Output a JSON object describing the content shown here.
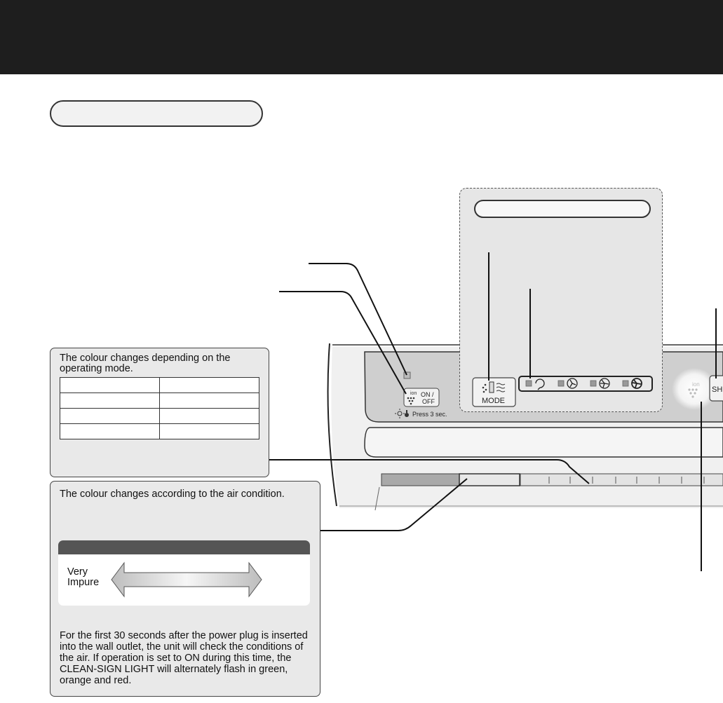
{
  "page": {
    "title_pill": "",
    "display_panel_title": ""
  },
  "control_panel": {
    "ion_on_off": {
      "ion": "ion",
      "line1": "ON /",
      "line2": "OFF"
    },
    "press_hint": "Press 3 sec.",
    "mode_label": "MODE",
    "shortcut_label": "SH"
  },
  "mode_callout": {
    "note": "The colour changes depending on the operating mode.",
    "rows": [
      [
        "",
        ""
      ],
      [
        "",
        ""
      ],
      [
        "",
        ""
      ],
      [
        "",
        ""
      ]
    ]
  },
  "air_callout": {
    "note": "The colour changes according to the air condition.",
    "scale_header": "",
    "scale_left_label": "Very Impure",
    "startup_note": "For the first 30 seconds after the power plug is inserted into the wall outlet, the unit will check the conditions of the air.  If operation is set to ON during this time, the CLEAN-SIGN LIGHT will alternately flash in green, orange and red."
  },
  "icons": [
    "ion-icon",
    "sun-icon",
    "lock-icon",
    "mode-icon",
    "auto-fan-icon",
    "fan-low-icon",
    "fan-med-icon",
    "fan-high-icon"
  ],
  "colors": {
    "header": "#1e1e1e",
    "panel": "#e6e6e6",
    "callout": "#e9e9e9"
  }
}
